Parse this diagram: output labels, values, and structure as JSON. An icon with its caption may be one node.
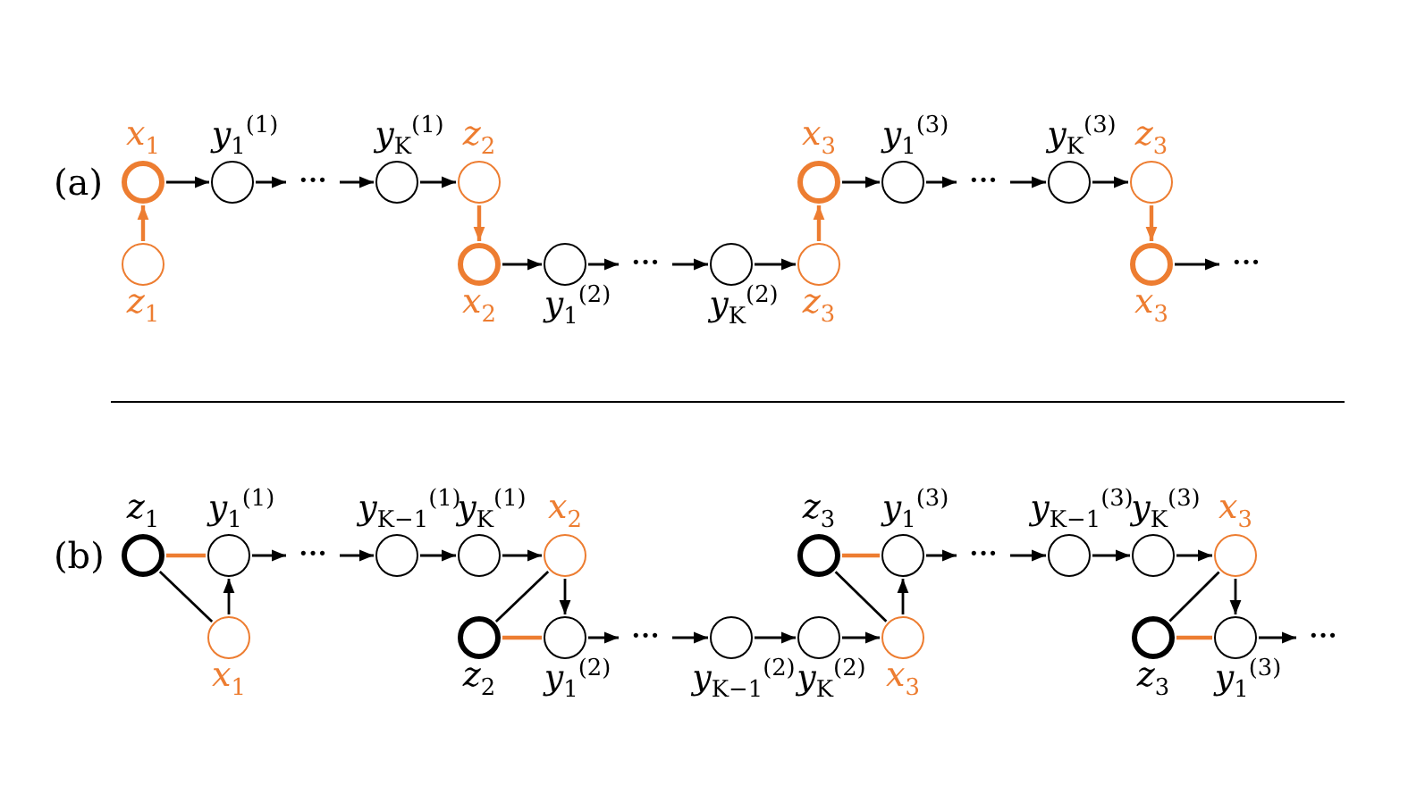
{
  "diagram": {
    "nodes": [
      {
        "text": [],
        "shape": "circle",
        "beside": [
          "*x*$_{1}$"
        ]
      },
      {
        "text": [],
        "shape": "circle",
        "beside": [
          "*z*$_{1}$"
        ]
      },
      {
        "text": [],
        "shape": "circle",
        "beside": [
          "*y*$_{1}$$^{(1)}$"
        ]
      },
      {
        "text": [
          "•••"
        ]
      },
      {
        "text": [],
        "shape": "circle",
        "beside": [
          "*y*$_{K}$$^{(1)}$"
        ]
      },
      {
        "text": [],
        "shape": "circle",
        "beside": [
          "*z*$_{2}$"
        ]
      },
      {
        "text": [],
        "shape": "circle",
        "beside": [
          "*x*$_{2}$"
        ]
      },
      {
        "text": [],
        "shape": "circle",
        "beside": [
          "*y*$_{1}$$^{(2)}$"
        ]
      },
      {
        "text": [
          "•••"
        ]
      },
      {
        "text": [],
        "shape": "circle",
        "beside": [
          "*y*$_{K}$$^{(2)}$"
        ]
      },
      {
        "text": [],
        "shape": "circle",
        "beside": [
          "*z*$_{3}$"
        ]
      },
      {
        "text": [],
        "shape": "circle",
        "beside": [
          "*x*$_{3}$"
        ]
      },
      {
        "text": [],
        "shape": "circle",
        "beside": [
          "*y*$_{1}$$^{(3)}$"
        ]
      },
      {
        "text": [
          "•••"
        ]
      },
      {
        "text": [],
        "shape": "circle",
        "beside": [
          "*y*$_{K}$$^{(3)}$"
        ]
      },
      {
        "text": [],
        "shape": "circle",
        "beside": [
          "*z*$_{3}$"
        ]
      },
      {
        "text": [],
        "shape": "circle",
        "beside": [
          "*x*$_{3}$"
        ]
      },
      {
        "text": [
          "•••"
        ]
      },
      {
        "text": [],
        "shape": "circle",
        "beside": [
          "*z*$_{1}$"
        ]
      },
      {
        "text": [],
        "shape": "circle",
        "beside": [
          "*y*$_{1}$$^{(1)}$"
        ]
      },
      {
        "text": [],
        "shape": "circle",
        "beside": [
          "*x*$_{1}$"
        ]
      },
      {
        "text": [
          "•••"
        ]
      },
      {
        "text": [],
        "shape": "circle",
        "beside": [
          "*y*$_{K−1}$$^{(1)}$"
        ]
      },
      {
        "text": [],
        "shape": "circle",
        "beside": [
          "*y*$_{K}$$^{(1)}$"
        ]
      },
      {
        "text": [],
        "shape": "circle",
        "beside": [
          "*x*$_{2}$"
        ]
      },
      {
        "text": [],
        "shape": "circle",
        "beside": [
          "*z*$_{2}$"
        ]
      },
      {
        "text": [],
        "shape": "circle",
        "beside": [
          "*y*$_{1}$$^{(2)}$"
        ]
      },
      {
        "text": [
          "•••"
        ]
      },
      {
        "text": [],
        "shape": "circle",
        "beside": [
          "*y*$_{K−1}$$^{(2)}$"
        ]
      },
      {
        "text": [],
        "shape": "circle",
        "beside": [
          "*y*$_{K}$$^{(2)}$"
        ]
      },
      {
        "text": [],
        "shape": "circle",
        "beside": [
          "*z*$_{3}$"
        ]
      },
      {
        "text": [],
        "shape": "circle",
        "beside": [
          "*y*$_{1}$$^{(3)}$"
        ]
      },
      {
        "text": [],
        "shape": "circle",
        "beside": [
          "*x*$_{3}$"
        ]
      },
      {
        "text": [
          "•••"
        ]
      },
      {
        "text": [],
        "shape": "circle",
        "beside": [
          "*y*$_{K−1}$$^{(3)}$"
        ]
      },
      {
        "text": [],
        "shape": "circle",
        "beside": [
          "*y*$_{K}$$^{(3)}$"
        ]
      },
      {
        "text": [],
        "shape": "circle",
        "beside": [
          "*x*$_{3}$"
        ]
      },
      {
        "text": [],
        "shape": "circle",
        "beside": [
          "*z*$_{3}$"
        ]
      },
      {
        "text": [],
        "shape": "circle",
        "beside": [
          "*y*$_{1}$$^{(3)}$"
        ]
      },
      {
        "text": [
          "•••"
        ]
      }
    ],
    "edges": [
      {
        "from": 1,
        "to": 0,
        "arrow": "to",
        "color": "#ed7d31"
      },
      {
        "from": 0,
        "to": 2,
        "arrow": "to"
      },
      {
        "from": 2,
        "to": 3,
        "arrow": "to"
      },
      {
        "from": 3,
        "to": 4,
        "arrow": "to"
      },
      {
        "from": 4,
        "to": 5,
        "arrow": "to"
      },
      {
        "from": 5,
        "to": 6,
        "arrow": "to",
        "color": "#ed7d31"
      },
      {
        "from": 6,
        "to": 7,
        "arrow": "to"
      },
      {
        "from": 7,
        "to": 8,
        "arrow": "to"
      },
      {
        "from": 8,
        "to": 9,
        "arrow": "to"
      },
      {
        "from": 9,
        "to": 10,
        "arrow": "to"
      },
      {
        "from": 10,
        "to": 11,
        "arrow": "to",
        "color": "#ed7d31"
      },
      {
        "from": 11,
        "to": 12,
        "arrow": "to"
      },
      {
        "from": 12,
        "to": 13,
        "arrow": "to"
      },
      {
        "from": 13,
        "to": 14,
        "arrow": "to"
      },
      {
        "from": 14,
        "to": 15,
        "arrow": "to"
      },
      {
        "from": 15,
        "to": 16,
        "arrow": "to",
        "color": "#ed7d31"
      },
      {
        "from": 16,
        "to": 17,
        "arrow": "to"
      },
      {
        "from": 18,
        "to": 19,
        "arrow": "none",
        "color": "#ed7d31"
      },
      {
        "from": 18,
        "to": 20,
        "arrow": "none"
      },
      {
        "from": 20,
        "to": 19,
        "arrow": "to"
      },
      {
        "from": 19,
        "to": 21,
        "arrow": "to"
      },
      {
        "from": 21,
        "to": 22,
        "arrow": "to"
      },
      {
        "from": 22,
        "to": 23,
        "arrow": "to"
      },
      {
        "from": 23,
        "to": 24,
        "arrow": "to"
      },
      {
        "from": 24,
        "to": 25,
        "arrow": "none"
      },
      {
        "from": 24,
        "to": 26,
        "arrow": "to"
      },
      {
        "from": 25,
        "to": 26,
        "arrow": "none",
        "color": "#ed7d31"
      },
      {
        "from": 26,
        "to": 27,
        "arrow": "to"
      },
      {
        "from": 27,
        "to": 28,
        "arrow": "to"
      },
      {
        "from": 28,
        "to": 29,
        "arrow": "to"
      },
      {
        "from": 29,
        "to": 32,
        "arrow": "to"
      },
      {
        "from": 30,
        "to": 31,
        "arrow": "none",
        "color": "#ed7d31"
      },
      {
        "from": 30,
        "to": 32,
        "arrow": "none"
      },
      {
        "from": 32,
        "to": 31,
        "arrow": "to"
      },
      {
        "from": 31,
        "to": 33,
        "arrow": "to"
      },
      {
        "from": 33,
        "to": 34,
        "arrow": "to"
      },
      {
        "from": 34,
        "to": 35,
        "arrow": "to"
      },
      {
        "from": 35,
        "to": 36,
        "arrow": "to"
      },
      {
        "from": 36,
        "to": 37,
        "arrow": "none"
      },
      {
        "from": 36,
        "to": 38,
        "arrow": "to"
      },
      {
        "from": 37,
        "to": 38,
        "arrow": "none",
        "color": "#ed7d31"
      },
      {
        "from": 38,
        "to": 39,
        "arrow": "to"
      }
    ],
    "labels": [
      "(a)",
      "(b)"
    ]
  }
}
